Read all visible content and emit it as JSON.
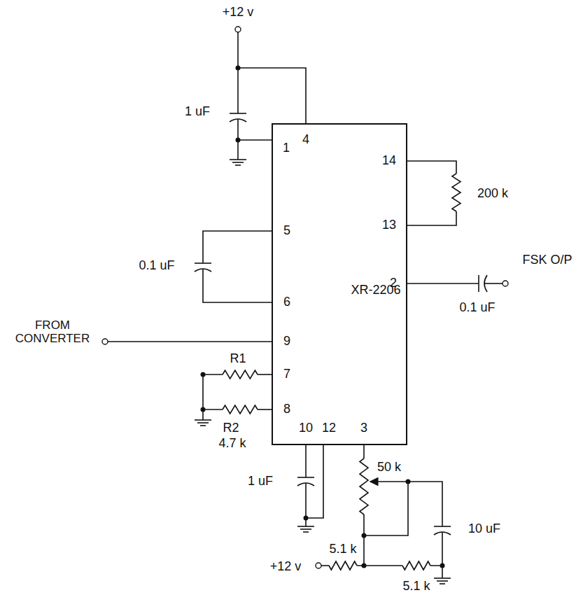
{
  "diagram": {
    "nodes": [
      {
        "text": [
          "XR-2206"
        ]
      }
    ],
    "labels": [
      "+12 v",
      "1 uF",
      "1",
      "4",
      "14",
      "200 k",
      "13",
      "5",
      "0.1 uF",
      "2",
      "FSK O/P",
      "0.1 uF",
      "6",
      "FROM CONVERTER",
      "9",
      "R1",
      "7",
      "8",
      "R2",
      "4.7 k",
      "10",
      "12",
      "3",
      "50 k",
      "10 uF",
      "1 uF",
      "+12 v",
      "5.1 k",
      "5.1 k"
    ]
  }
}
